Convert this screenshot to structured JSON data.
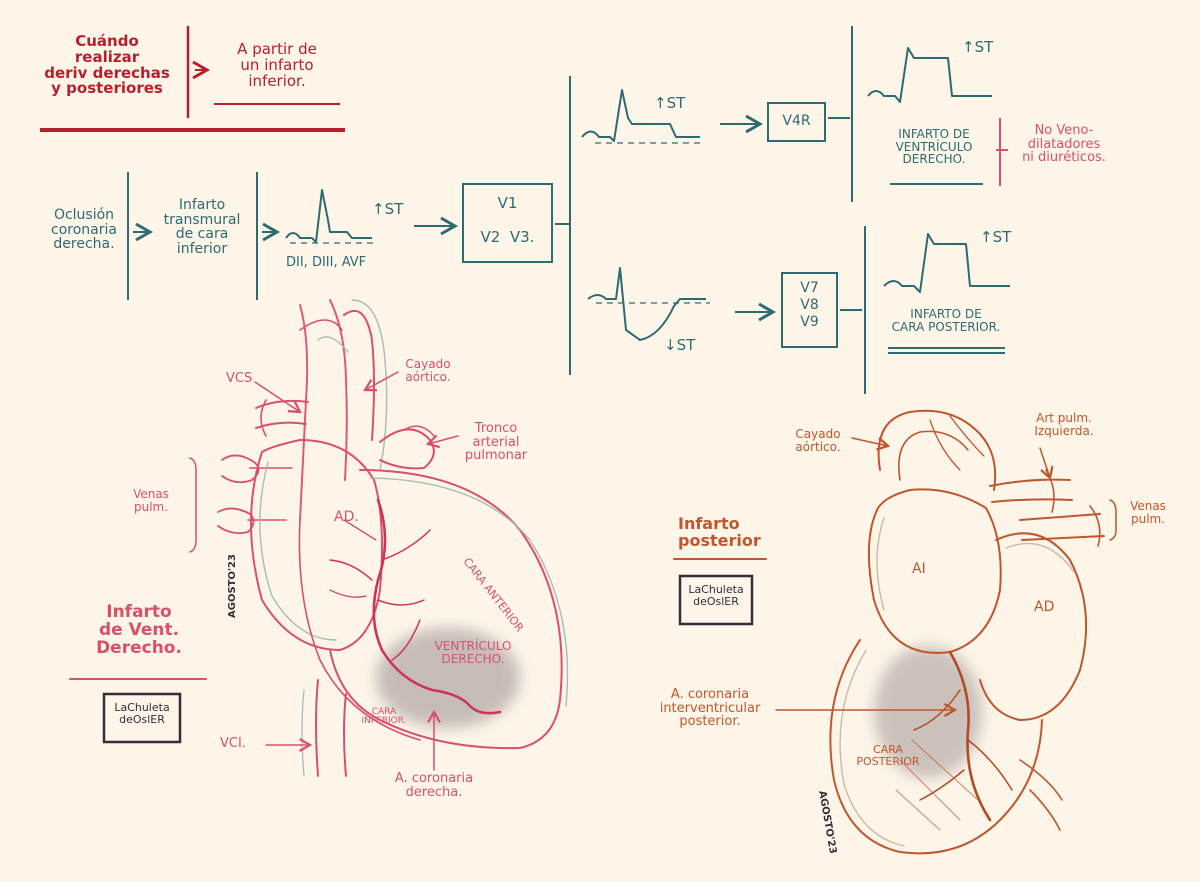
{
  "colors": {
    "background": "#fcf5e8",
    "red": "#b81f2e",
    "teal": "#2e6a72",
    "pink": "#d9506a",
    "rust": "#c0562d",
    "ink": "#3a2a3a"
  },
  "header": {
    "question": "Cuándo\nrealizar\nderiv derechas\ny posteriores",
    "answer": "A partir de\nun infarto\ninferior."
  },
  "flow": {
    "occlusion": "Oclusión\ncoronaria\nderecha.",
    "transmural": "Infarto\ntransmural\nde cara\ninferior",
    "st_up_1": "↑ST",
    "leads_inferior": "DII, DIII, AVF",
    "v1": "V1",
    "v2v3": "V2  V3.",
    "st_up_2": "↑ST",
    "st_down": "↓ST",
    "v4r": "V4R",
    "v7v8v9": "V7\nV8\nV9",
    "st_up_3": "↑ST",
    "st_up_4": "↑ST",
    "rv_infarct": "INFARTO DE\nVENTRÍCULO\nDERECHO.",
    "rv_note": "No Veno-\ndilatadores\nni diuréticos.",
    "post_infarct": "INFARTO DE\nCARA POSTERIOR."
  },
  "left_heart": {
    "vcs": "VCS",
    "cayado": "Cayado\naórtico.",
    "tronco": "Tronco\narterial\npulmonar",
    "venas": "Venas\npulm.",
    "ad": "AD.",
    "cara_anterior": "CARA ANTERIOR",
    "date": "AGOSTO'23",
    "ventriculo": "VENTRÍCULO\nDERECHO.",
    "cara_inferior": "CARA\nINFERIOR.",
    "vci": "VCI.",
    "coronaria": "A. coronaria\nderecha.",
    "title": "Infarto\nde Vent.\nDerecho.",
    "logo": "LaChuleta\ndeOslER"
  },
  "right_heart": {
    "cayado": "Cayado\naórtico.",
    "art_pulm": "Art pulm.\nIzquierda.",
    "venas": "Venas\npulm.",
    "title": "Infarto\nposterior",
    "logo": "LaChuleta\ndeOslER",
    "ai": "AI",
    "ad": "AD",
    "interventricular": "A. coronaria\ninterventricular\nposterior.",
    "cara_posterior": "CARA\nPOSTERIOR",
    "date": "AGOSTO'23"
  }
}
